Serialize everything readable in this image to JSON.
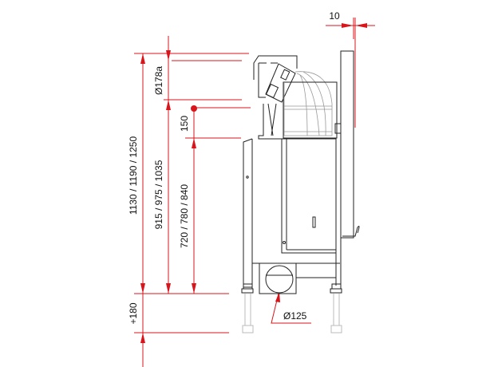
{
  "dimensions": {
    "total_height": "1130 / 1190 / 1250",
    "flue_diameter": "Ø178a",
    "flue_height": "915 / 975 / 1035",
    "offset_150": "150",
    "inlet_height": "720 / 780 / 840",
    "leg_extension": "+180",
    "frame_offset": "10",
    "air_inlet_diameter": "Ø125"
  },
  "colors": {
    "dimension": "#d9141b",
    "drawing": "#222222"
  }
}
